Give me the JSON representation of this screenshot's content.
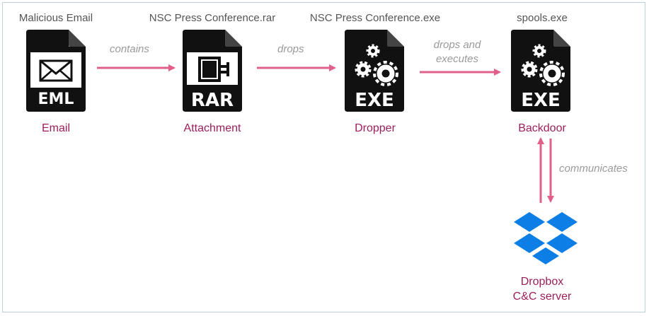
{
  "nodes": {
    "email": {
      "filename": "Malicious Email",
      "badge": "EML",
      "role": "Email"
    },
    "attachment": {
      "filename": "NSC Press Conference.rar",
      "badge": "RAR",
      "role": "Attachment"
    },
    "dropper": {
      "filename": "NSC Press Conference.exe",
      "badge": "EXE",
      "role": "Dropper"
    },
    "backdoor": {
      "filename": "spools.exe",
      "badge": "EXE",
      "role": "Backdoor"
    },
    "server": {
      "role_line1": "Dropbox",
      "role_line2": "C&C server"
    }
  },
  "edges": {
    "contains": "contains",
    "drops": "drops",
    "drops_and_executes_line1": "drops and",
    "drops_and_executes_line2": "executes",
    "communicates": "communicates"
  },
  "colors": {
    "arrow": "#e0608a",
    "role_text": "#9c1f5b",
    "edge_text": "#9a9a9a",
    "dropbox_blue": "#0d7ee6",
    "icon_black": "#111111"
  }
}
